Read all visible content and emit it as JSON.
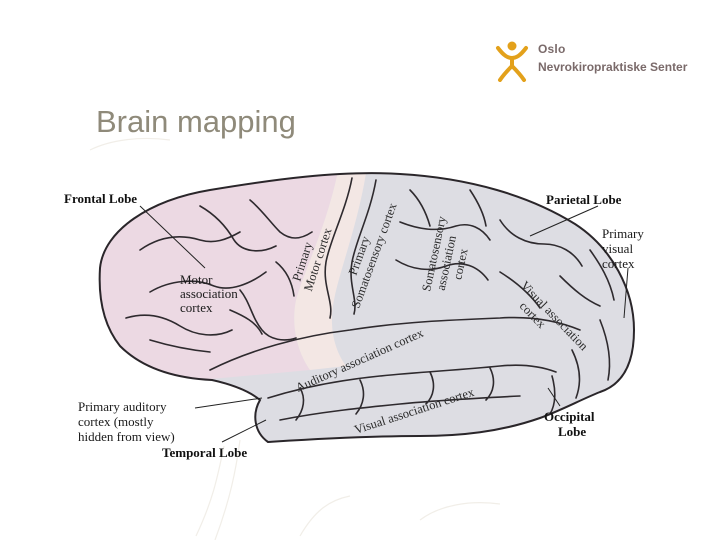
{
  "logo": {
    "line1": "Oslo",
    "line2": "Nevrokiropraktiske Senter",
    "accent": "#e3a11b"
  },
  "title": "Brain mapping",
  "colors": {
    "frontal_fill": "#ecd9e3",
    "motor_strip_fill": "#f3e7e4",
    "rest_fill": "#dddde3",
    "title": "#8f8a7a"
  },
  "labels": {
    "frontal_lobe": "Frontal Lobe",
    "parietal_lobe": "Parietal Lobe",
    "primary_visual": [
      "Primary",
      "visual",
      "cortex"
    ],
    "motor_association": [
      "Motor",
      "association",
      "cortex"
    ],
    "primary_auditory": [
      "Primary auditory",
      "cortex (mostly",
      "hidden from view)"
    ],
    "temporal_lobe": "Temporal Lobe",
    "occipital_lobe": [
      "Occipital",
      "Lobe"
    ],
    "primary_motor": [
      "Primary",
      "Motor cortex"
    ],
    "primary_somatosensory": [
      "Primary",
      "Somatosensory cortex"
    ],
    "somatosensory_association": [
      "Somatosensory",
      "association",
      "cortex"
    ],
    "visual_association_parietal": [
      "Visual association",
      "cortex"
    ],
    "auditory_association": "Auditory association cortex",
    "visual_association_temporal": "Visual association cortex"
  }
}
